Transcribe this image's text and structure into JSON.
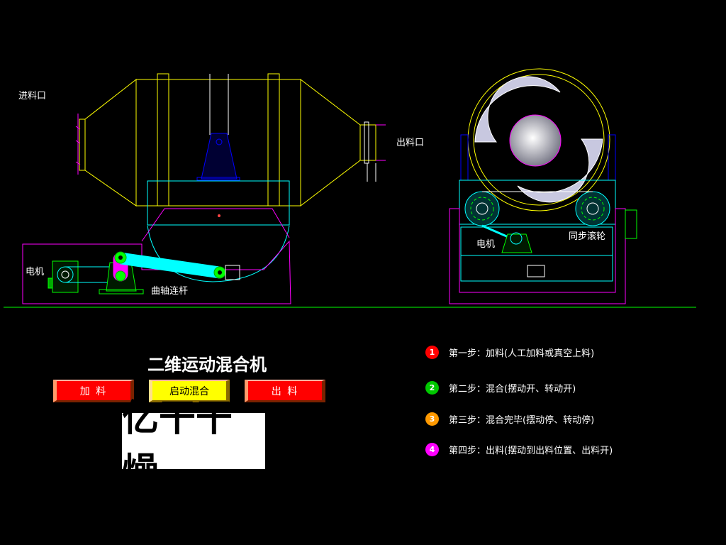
{
  "labels": {
    "inlet": "进料口",
    "outlet": "出料口",
    "motor_left": "电机",
    "crank": "曲轴连杆",
    "motor_right": "电机",
    "sync_roller": "同步滚轮"
  },
  "title": "二维运动混合机",
  "buttons": {
    "feed": "加 料",
    "start": "启动混合",
    "discharge": "出 料"
  },
  "brand": "亿干干燥",
  "steps": [
    {
      "num": "1",
      "text": "第一步：加料(人工加料或真空上料)",
      "color": "#ff0000"
    },
    {
      "num": "2",
      "text": "第二步：混合(摆动开、转动开)",
      "color": "#00c800"
    },
    {
      "num": "3",
      "text": "第三步：混合完毕(摆动停、转动停)",
      "color": "#ff9900"
    },
    {
      "num": "4",
      "text": "第四步：出料(摆动到出料位置、出料开)",
      "color": "#ff00ff"
    }
  ],
  "colors": {
    "drum": "#ffff00",
    "frame_cyan": "#00ffff",
    "base_magenta": "#ff00ff",
    "ground_green": "#00ff00",
    "pedestal_blue": "#0000ff"
  }
}
